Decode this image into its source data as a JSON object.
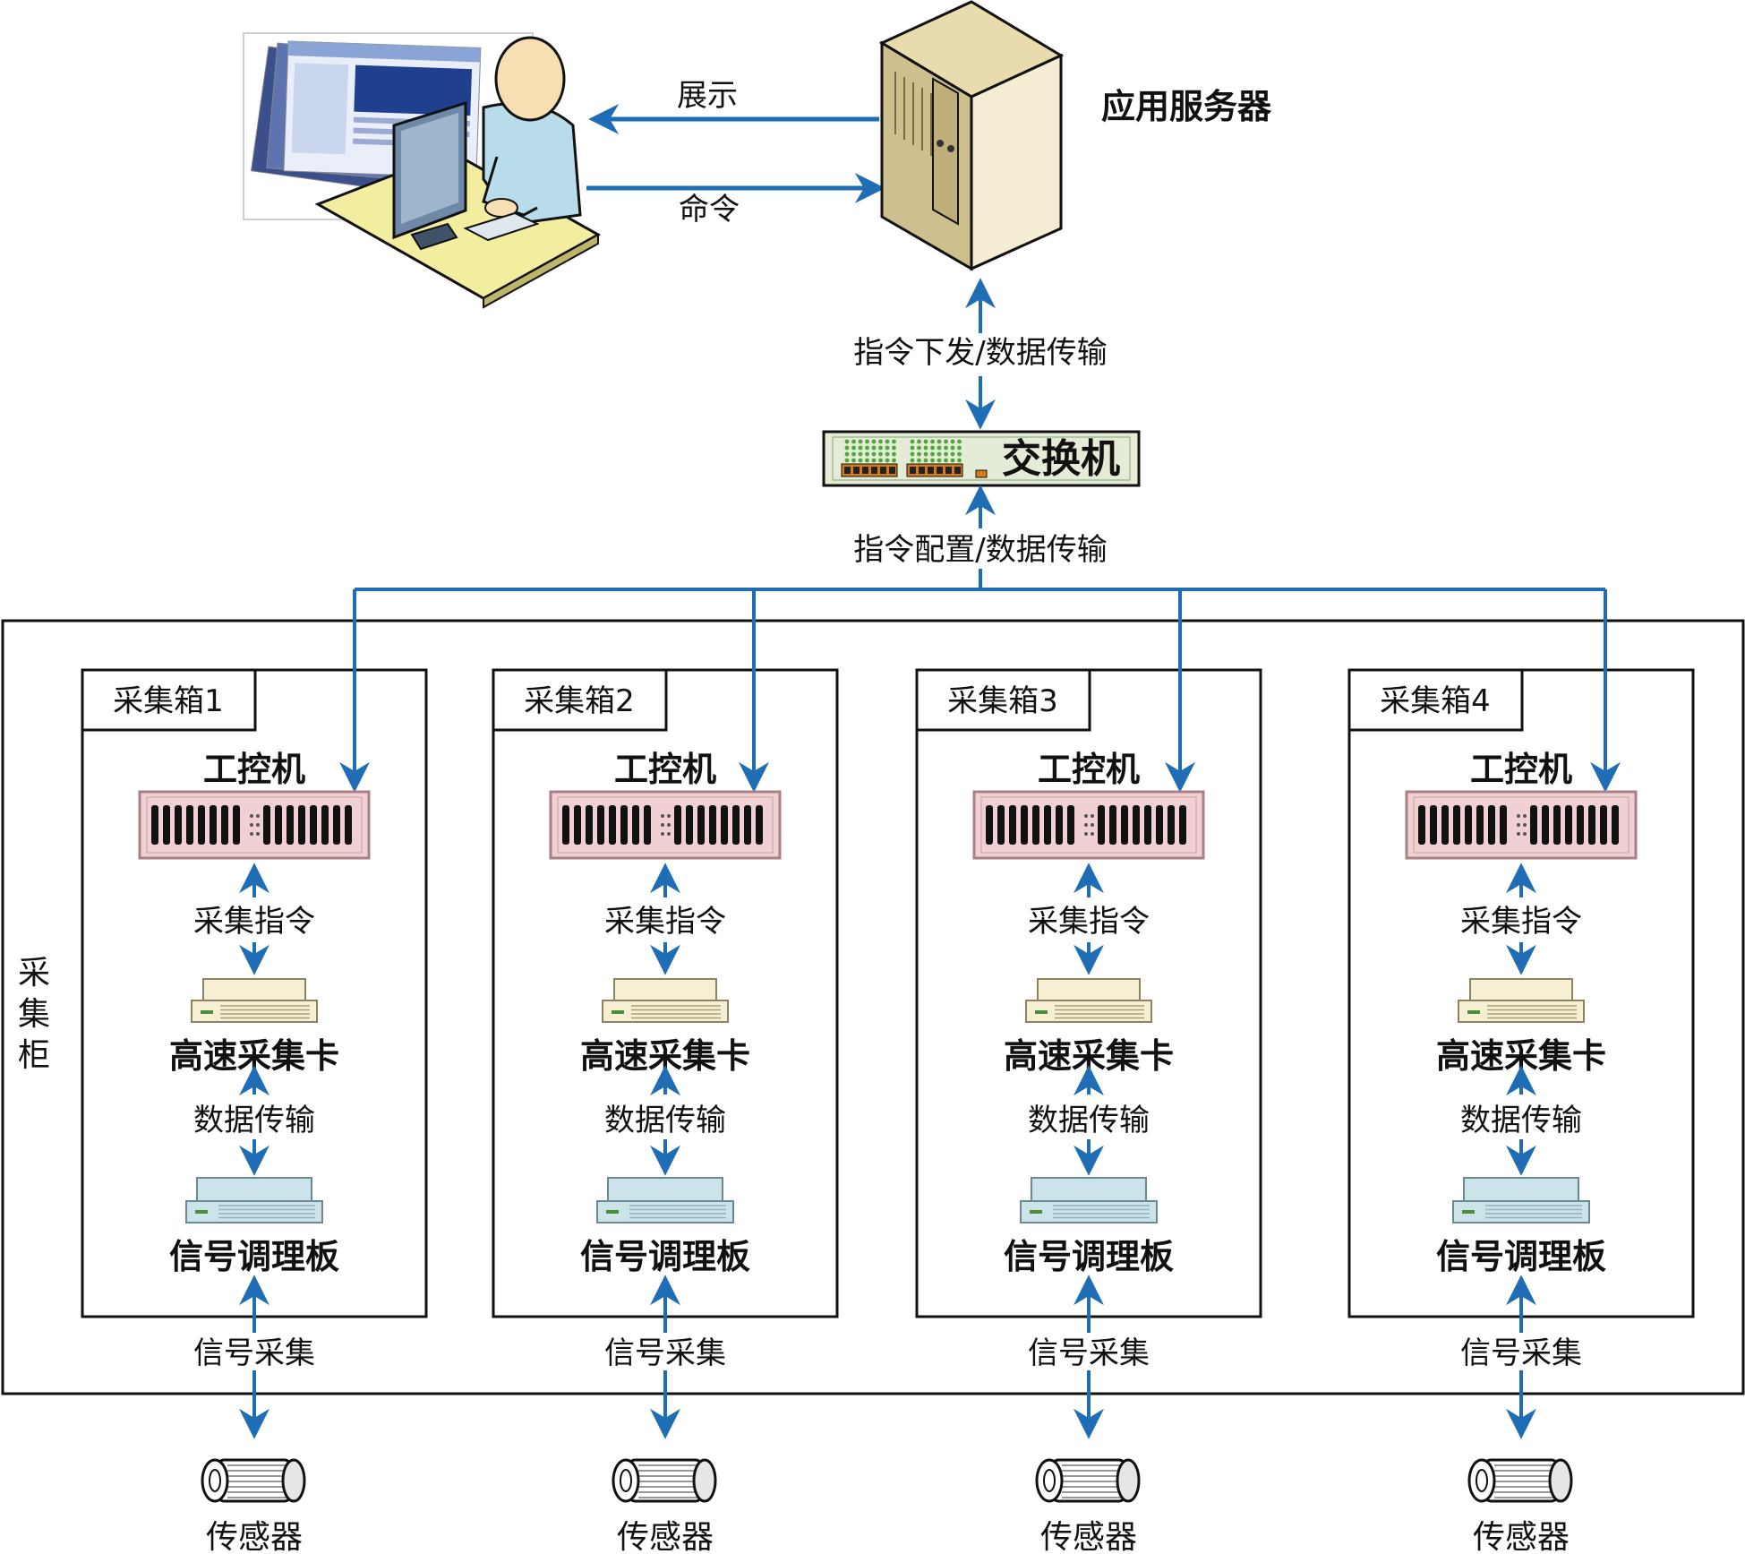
{
  "colors": {
    "arrow": "#1f6db5",
    "frame": "#000000",
    "server_body": "#f2ebd2",
    "pc_body": "#f0d0d2",
    "daq_body": "#f6efd4",
    "signal_body": "#cde3ea",
    "switch_body": "#e4ecd8"
  },
  "top": {
    "display_label": "展示",
    "command_label": "命令",
    "server_label": "应用服务器",
    "dispatch_label": "指令下发/数据传输",
    "switch_label": "交换机",
    "config_label": "指令配置/数据传输"
  },
  "cabinet": {
    "label_chars": [
      "采",
      "集",
      "柜"
    ]
  },
  "boxes": [
    {
      "title": "采集箱1",
      "ipc": "工控机",
      "acq_cmd": "采集指令",
      "daq_card": "高速采集卡",
      "data_tx": "数据传输",
      "signal_board": "信号调理板",
      "signal_acq": "信号采集",
      "sensor": "传感器"
    },
    {
      "title": "采集箱2",
      "ipc": "工控机",
      "acq_cmd": "采集指令",
      "daq_card": "高速采集卡",
      "data_tx": "数据传输",
      "signal_board": "信号调理板",
      "signal_acq": "信号采集",
      "sensor": "传感器"
    },
    {
      "title": "采集箱3",
      "ipc": "工控机",
      "acq_cmd": "采集指令",
      "daq_card": "高速采集卡",
      "data_tx": "数据传输",
      "signal_board": "信号调理板",
      "signal_acq": "信号采集",
      "sensor": "传感器"
    },
    {
      "title": "采集箱4",
      "ipc": "工控机",
      "acq_cmd": "采集指令",
      "daq_card": "高速采集卡",
      "data_tx": "数据传输",
      "signal_board": "信号调理板",
      "signal_acq": "信号采集",
      "sensor": "传感器"
    }
  ]
}
